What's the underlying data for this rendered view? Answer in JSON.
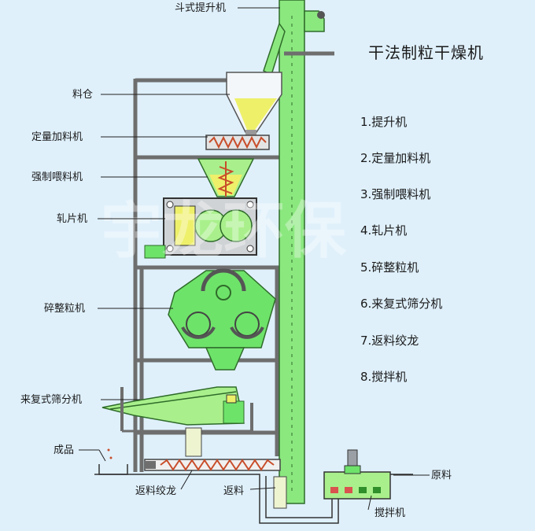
{
  "title": "干法制粒干燥机",
  "watermark": "宇龙环保",
  "labels": {
    "bucket_elevator": "斗式提升机",
    "silo": "料仓",
    "dosing_feeder": "定量加料机",
    "force_feeder": "强制喂料机",
    "roller_press": "轧片机",
    "crusher": "碎整粒机",
    "vibrating_screen": "来复式筛分机",
    "product": "成品",
    "return_screw": "返料绞龙",
    "return_material": "返料",
    "raw_material": "原料",
    "mixer": "搅拌机"
  },
  "legend": [
    "1.提升机",
    "2.定量加料机",
    "3.强制喂料机",
    "4.轧片机",
    "5.碎整粒机",
    "6.来复式筛分机",
    "7.返料绞龙",
    "8.搅拌机"
  ],
  "colors": {
    "background": "#dff0fb",
    "machine_green": "#6ee36a",
    "material_yellow": "#eef06a",
    "frame_grey": "#6e6e6e"
  }
}
